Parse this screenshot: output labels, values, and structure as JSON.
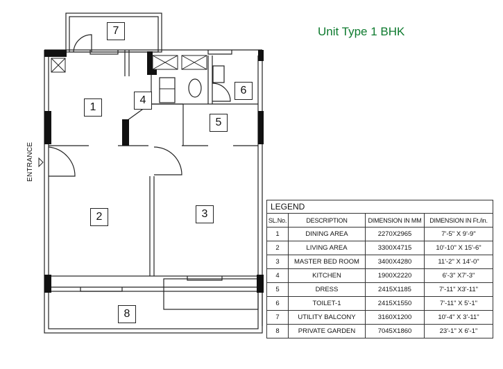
{
  "title": "Unit Type 1 BHK",
  "entrance_label": "ENTRANCE",
  "rooms": [
    "1",
    "2",
    "3",
    "4",
    "5",
    "6",
    "7",
    "8"
  ],
  "legend": {
    "caption": "LEGEND",
    "headers": [
      "SL.No.",
      "DESCRIPTION",
      "DIMENSION IN MM",
      "DIMENSION IN Ft./in."
    ],
    "rows": [
      [
        "1",
        "DINING AREA",
        "2270X2965",
        "7'-5\" X 9'-9\""
      ],
      [
        "2",
        "LIVING AREA",
        "3300X4715",
        "10'-10\" X 15'-6\""
      ],
      [
        "3",
        "MASTER BED ROOM",
        "3400X4280",
        "11'-2\" X 14'-0\""
      ],
      [
        "4",
        "KITCHEN",
        "1900X2220",
        "6'-3\" X7'-3\""
      ],
      [
        "5",
        "DRESS",
        "2415X1185",
        "7'-11\" X3'-11\""
      ],
      [
        "6",
        "TOILET-1",
        "2415X1550",
        "7'-11\" X 5'-1\""
      ],
      [
        "7",
        "UTILITY BALCONY",
        "3160X1200",
        "10'-4\" X 3'-11\""
      ],
      [
        "8",
        "PRIVATE GARDEN",
        "7045X1860",
        "23'-1\" X 6'-1\""
      ]
    ]
  }
}
